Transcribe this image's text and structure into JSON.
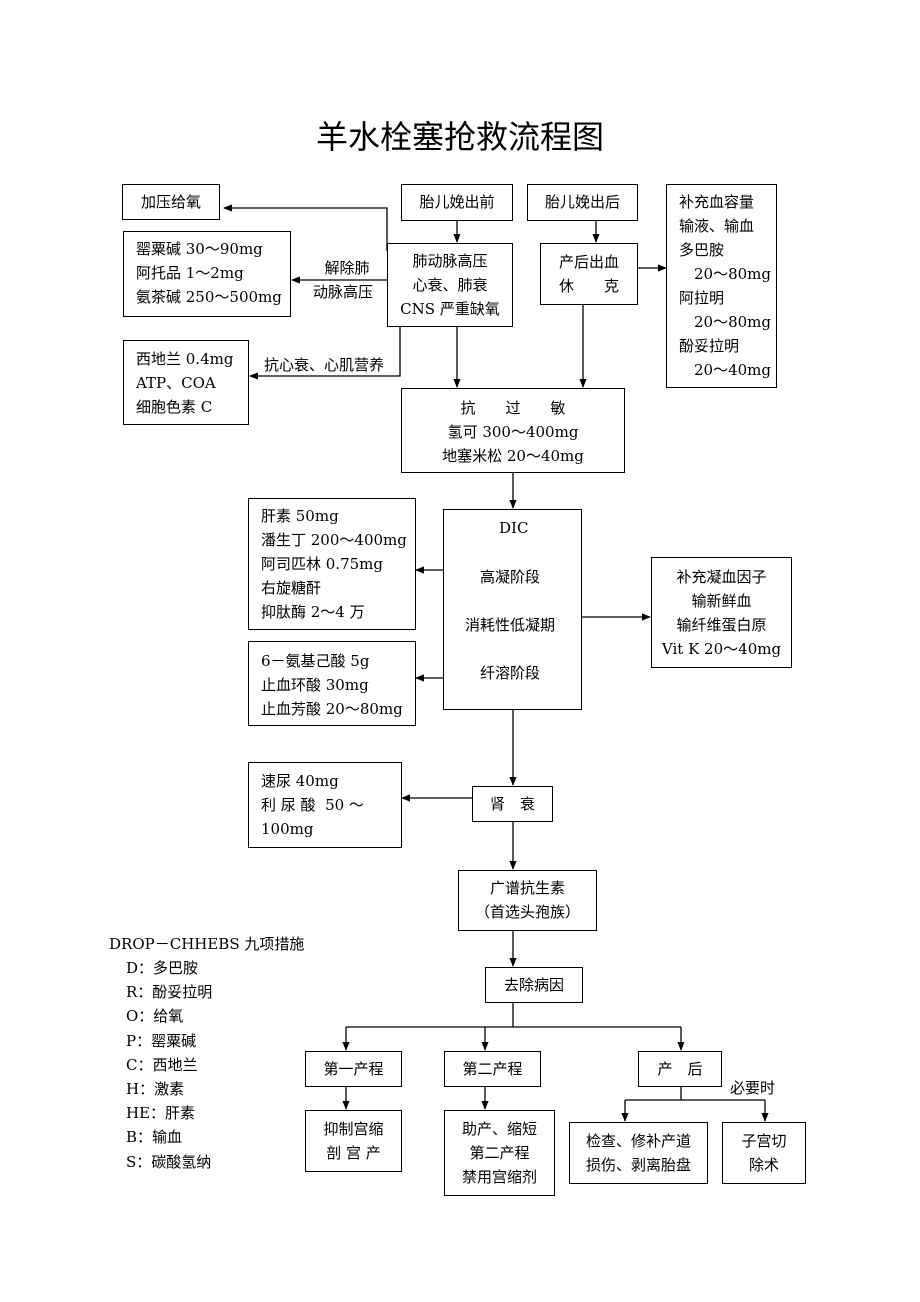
{
  "title": "羊水栓塞抢救流程图",
  "boxes": {
    "oxygen": "加压给氧",
    "before_birth": "胎儿娩出前",
    "after_birth": "胎儿娩出后",
    "pulm_meds": [
      "罂粟碱 30～90mg",
      "阿托品 1～2mg",
      "氨茶碱 250～500mg"
    ],
    "pulm": [
      "肺动脉高压",
      "心衰、肺衰",
      "CNS 严重缺氧"
    ],
    "pph": [
      "产后出血",
      "休　　克"
    ],
    "volume": [
      "补充血容量",
      "输液、输血",
      "多巴胺",
      "　20～80mg",
      "阿拉明",
      "　20～80mg",
      "酚妥拉明",
      "　20～40mg"
    ],
    "heart_meds": [
      "西地兰 0.4mg",
      "ATP、COA",
      "细胞色素 C"
    ],
    "allergy": [
      "抗　　过　　敏",
      "氢可 300～400mg",
      "地塞米松 20～40mg"
    ],
    "heparin": [
      "肝素 50mg",
      "潘生丁 200～400mg",
      "阿司匹林 0.75mg",
      "右旋糖酐",
      "抑肽酶 2～4 万"
    ],
    "dic": [
      "DIC",
      "高凝阶段",
      "消耗性低凝期",
      "纤溶阶段"
    ],
    "coag": [
      "补充凝血因子",
      "输新鲜血",
      "输纤维蛋白原",
      "Vit K 20～40mg"
    ],
    "antifib": [
      "6－氨基己酸 5g",
      "止血环酸 30mg",
      "止血芳酸 20～80mg"
    ],
    "diuretic": [
      "速尿 40mg",
      "利 尿 酸  50 ～",
      "100mg"
    ],
    "renal": "肾　衰",
    "antibiotic": [
      "广谱抗生素",
      "（首选头孢族）"
    ],
    "cause": "去除病因",
    "stage1": "第一产程",
    "stage2": "第二产程",
    "postpartum": "产　后",
    "stage1_act": [
      "抑制宫缩",
      "剖 宫 产"
    ],
    "stage2_act": [
      "助产、缩短",
      "第二产程",
      "禁用宫缩剂"
    ],
    "post_act": [
      "检查、修补产道",
      "损伤、剥离胎盘"
    ],
    "hysterectomy": [
      "子宫切",
      "除术"
    ]
  },
  "labels": {
    "relieve": [
      "解除肺",
      "动脉高压"
    ],
    "anti_heart": "抗心衰、心肌营养",
    "necessary": "必要时"
  },
  "drop": {
    "title": "DROP－CHHEBS 九项措施",
    "items": [
      "D：多巴胺",
      "R：酚妥拉明",
      "O：给氧",
      "P：罂粟碱",
      "C：西地兰",
      "H：激素",
      "HE：肝素",
      "B：输血",
      "S：碳酸氢纳"
    ]
  }
}
